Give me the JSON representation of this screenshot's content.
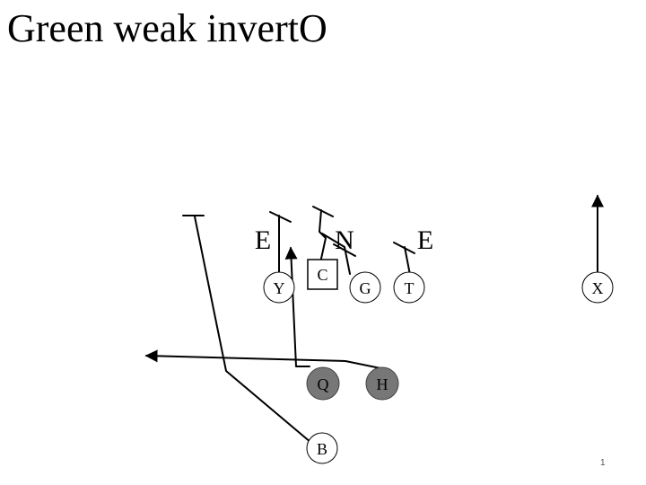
{
  "slide": {
    "title": "Green weak invertO",
    "page_number": "1"
  },
  "colors": {
    "line": "#000000",
    "circle_fill": "#ffffff",
    "backfield_fill": "#777777",
    "text": "#000000"
  },
  "defense": {
    "end_left": "E",
    "nose": "N",
    "end_right": "E"
  },
  "offense": {
    "center": "C",
    "y": "Y",
    "g": "G",
    "t": "T",
    "x": "X",
    "q": "Q",
    "h": "H",
    "b": "B"
  }
}
